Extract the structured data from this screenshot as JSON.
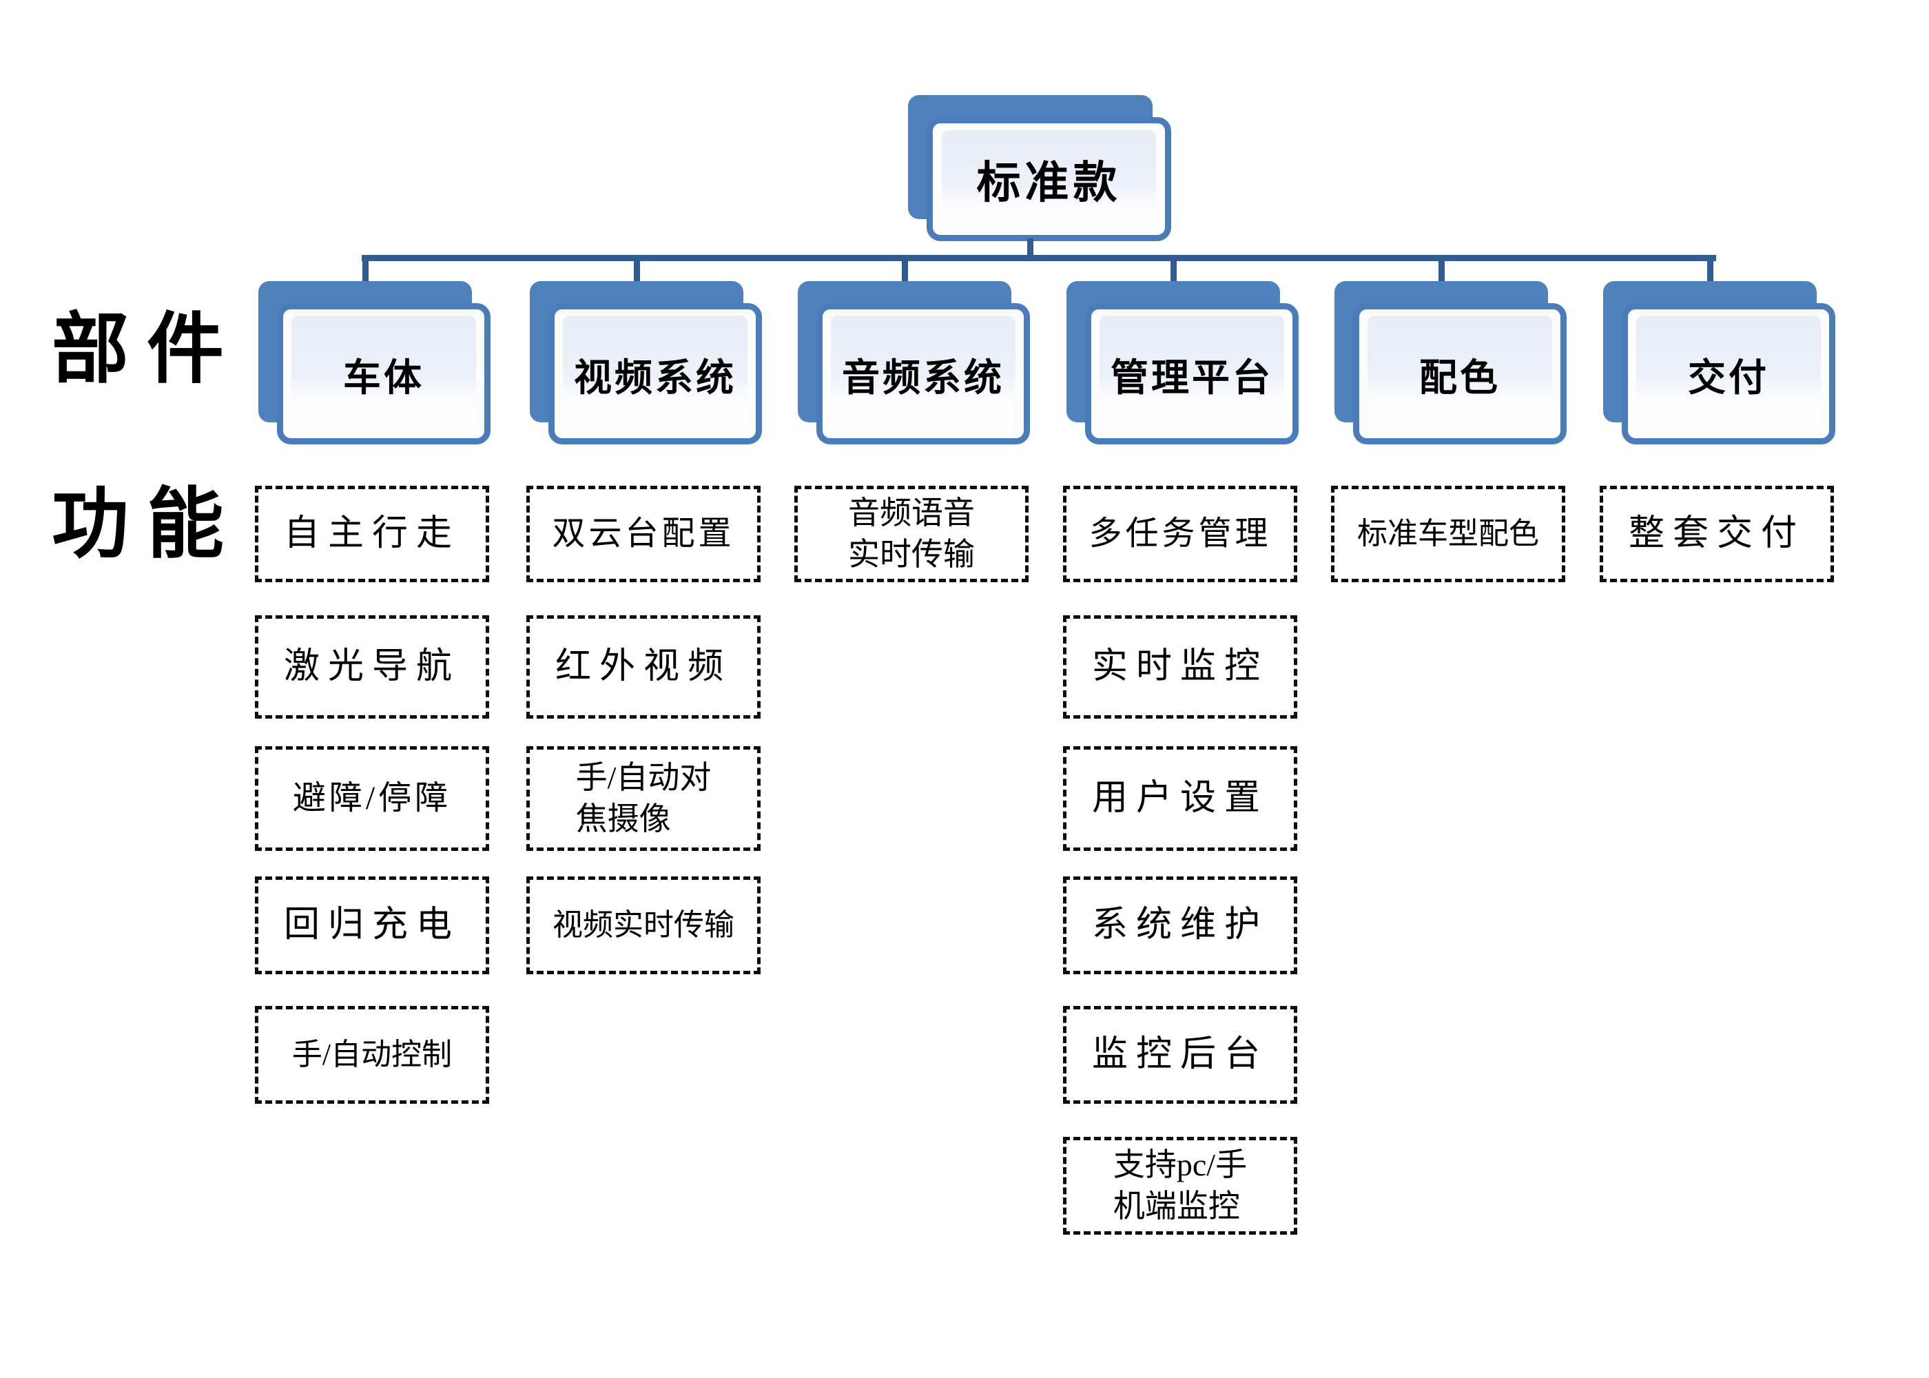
{
  "root": {
    "label": "标准款"
  },
  "row_labels": {
    "components": "部件",
    "functions": "功能"
  },
  "branches": [
    {
      "id": "vehicle-body",
      "label": "车体",
      "functions": [
        {
          "lines": [
            "自主行走"
          ]
        },
        {
          "lines": [
            "激光导航"
          ]
        },
        {
          "lines": [
            "避障/停障"
          ]
        },
        {
          "lines": [
            "回归充电"
          ]
        },
        {
          "lines": [
            "手/自动控制"
          ]
        }
      ]
    },
    {
      "id": "video-system",
      "label": "视频系统",
      "functions": [
        {
          "lines": [
            "双云台配置"
          ]
        },
        {
          "lines": [
            "红外视频"
          ]
        },
        {
          "lines": [
            "手/自动对",
            "焦摄像"
          ]
        },
        {
          "lines": [
            "视频实时传输"
          ]
        }
      ]
    },
    {
      "id": "audio-system",
      "label": "音频系统",
      "functions": [
        {
          "lines": [
            "音频语音",
            "实时传输"
          ]
        }
      ]
    },
    {
      "id": "management-platform",
      "label": "管理平台",
      "functions": [
        {
          "lines": [
            "多任务管理"
          ]
        },
        {
          "lines": [
            "实时监控"
          ]
        },
        {
          "lines": [
            "用户设置"
          ]
        },
        {
          "lines": [
            "系统维护"
          ]
        },
        {
          "lines": [
            "监控后台"
          ]
        },
        {
          "lines": [
            "支持pc/手",
            "机端监控"
          ]
        }
      ]
    },
    {
      "id": "color-scheme",
      "label": "配色",
      "functions": [
        {
          "lines": [
            "标准车型配色"
          ]
        }
      ]
    },
    {
      "id": "delivery",
      "label": "交付",
      "functions": [
        {
          "lines": [
            "整套交付"
          ]
        }
      ]
    }
  ],
  "colors": {
    "node_fill": "#4f81bd",
    "node_border": "#4a7cba",
    "node_inner": "#e8edf6",
    "connector": "#2f5c93",
    "dashed_border": "#0d0d0d",
    "text": "#000000"
  }
}
